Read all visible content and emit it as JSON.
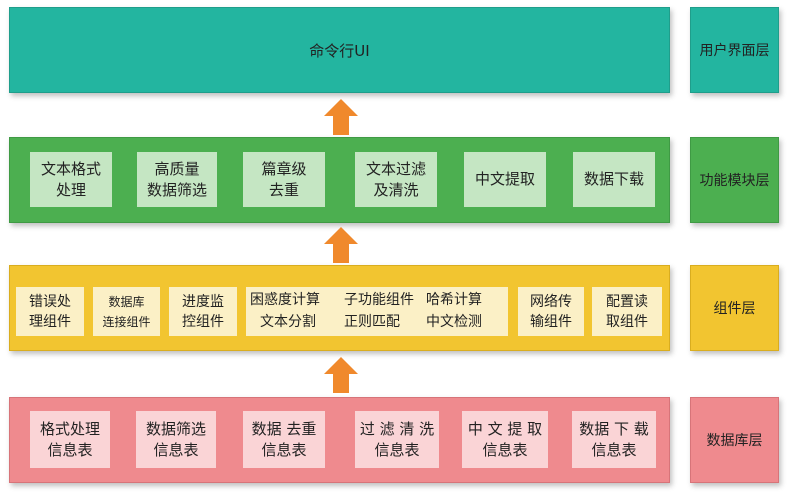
{
  "colors": {
    "ui": "#23b5a0",
    "function": "#4caf50",
    "component": "#f2c530",
    "database": "#ef8a8e",
    "arrow": "#f0892c"
  },
  "layers": {
    "ui": {
      "main": "命令行UI",
      "side": "用户界面层"
    },
    "function": {
      "side": "功能模块层",
      "modules": [
        {
          "line1": "文本格式",
          "line2": "处理"
        },
        {
          "line1": "高质量",
          "line2": "数据筛选"
        },
        {
          "line1": "篇章级",
          "line2": "去重"
        },
        {
          "line1": "文本过滤",
          "line2": "及清洗"
        },
        {
          "line1": "中文提取",
          "line2": ""
        },
        {
          "line1": "数据下载",
          "line2": ""
        }
      ]
    },
    "component": {
      "side": "组件层",
      "components": [
        {
          "line1": "错误处",
          "line2": "理组件"
        },
        {
          "line1": "数据库",
          "line2": "连接组件"
        },
        {
          "line1": "进度监",
          "line2": "控组件"
        },
        {
          "line1": "网络传",
          "line2": "输组件"
        },
        {
          "line1": "配置读",
          "line2": "取组件"
        }
      ],
      "grid": {
        "r1c1": "困惑度计算",
        "r1c2": "子功能组件",
        "r1c3": "哈希计算",
        "r2c1": "文本分割",
        "r2c2": "正则匹配",
        "r2c3": "中文检测"
      }
    },
    "database": {
      "side": "数据库层",
      "tables": [
        {
          "line1": "格式处理",
          "line2": "信息表"
        },
        {
          "line1": "数据筛选",
          "line2": "信息表"
        },
        {
          "line1": "数据 去重",
          "line2": "信息表"
        },
        {
          "line1": "过 滤 清 洗",
          "line2": "信息表"
        },
        {
          "line1": "中 文 提 取",
          "line2": "信息表"
        },
        {
          "line1": "数据 下 载",
          "line2": "信息表"
        }
      ]
    }
  }
}
